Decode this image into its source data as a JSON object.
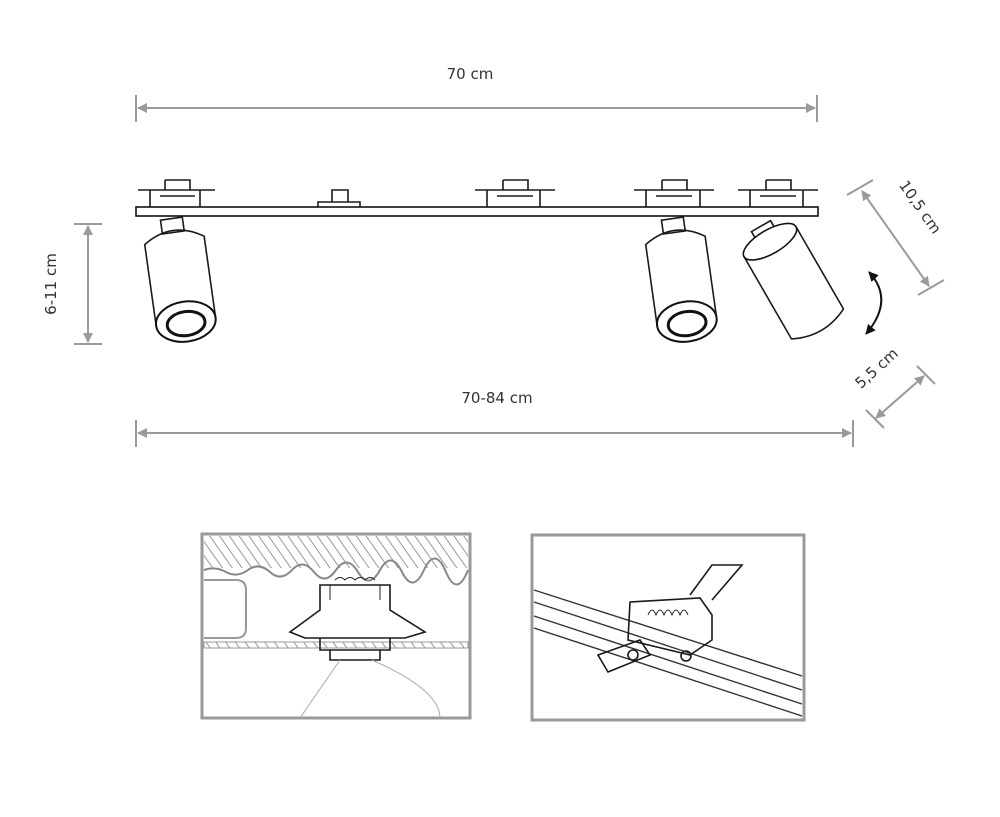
{
  "dimensions": {
    "top_width": "70 cm",
    "height": "6-11 cm",
    "bottom_width": "70-84 cm",
    "spot_length": "10,5 cm",
    "spot_diameter": "5,5 cm"
  },
  "colors": {
    "dimension": "#9a9a9a",
    "line": "#1a1a1a"
  }
}
